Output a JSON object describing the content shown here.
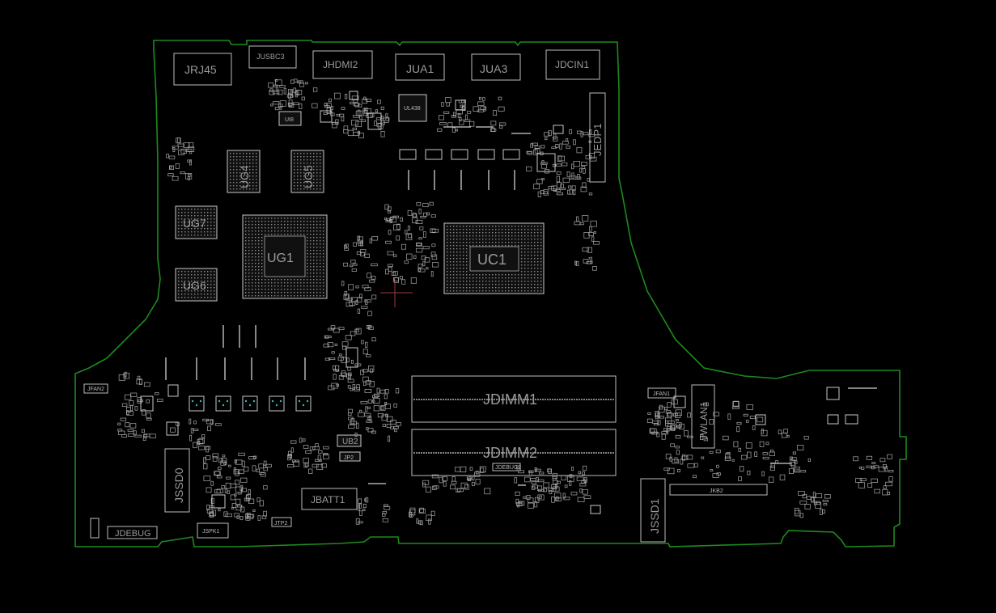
{
  "board": {
    "connectors": {
      "rj45": "JRJ45",
      "usbc3": "JUSBC3",
      "hdmi2": "JHDMI2",
      "ua1": "JUA1",
      "ua3": "JUA3",
      "dcin1": "JDCIN1",
      "edp1": "JEDP1",
      "fan2": "JFAN2",
      "fan1": "JFAN1",
      "wlan1": "JWLAN1",
      "kb2": "JKB2",
      "ssd0": "JSSD0",
      "ssd1": "JSSD1",
      "batt1": "JBATT1",
      "debug": "JDEBUG",
      "spk1": "JSPK1",
      "tp2": "JTP2",
      "debug2": "JDEBUG2",
      "dimm1": "JDIMM1",
      "dimm2": "JDIMM2"
    },
    "chips": {
      "ug1": "UG1",
      "uc1": "UC1",
      "ug4": "UG4",
      "ug5": "UG5",
      "ug6": "UG6",
      "ug7": "UG7",
      "ub2": "UB2",
      "ul438": "UL438",
      "ui8": "UI8",
      "jp2": "JP2"
    }
  }
}
